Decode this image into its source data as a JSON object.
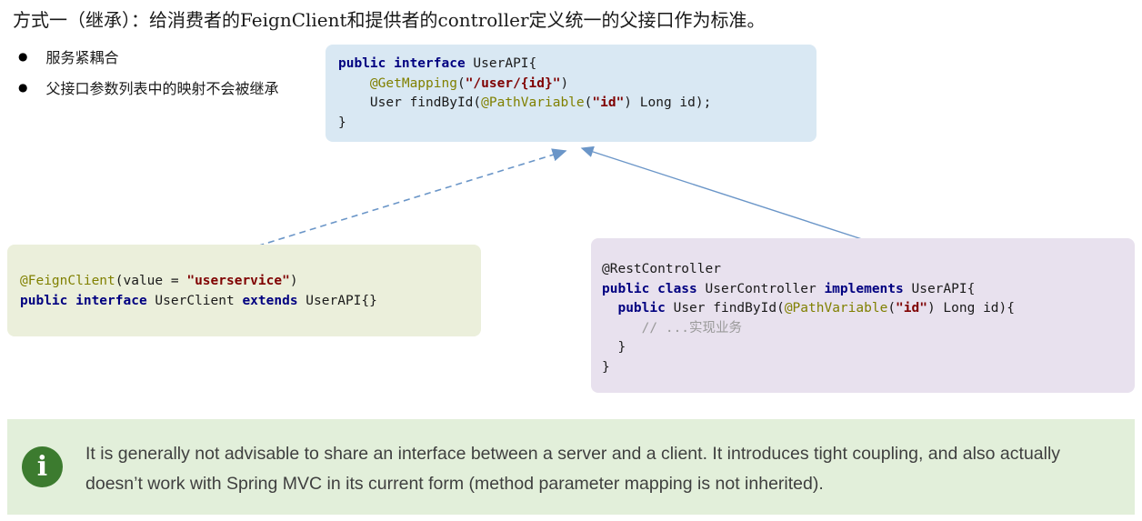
{
  "title": "方式一（继承）：给消费者的FeignClient和提供者的controller定义统一的父接口作为标准。",
  "bullets": [
    {
      "marker": "●",
      "text": "服务紧耦合"
    },
    {
      "marker": "●",
      "text": "父接口参数列表中的映射不会被继承"
    }
  ],
  "colors": {
    "api_box_bg": "#d9e8f3",
    "client_box_bg": "#ebefdb",
    "controller_box_bg": "#e8e1ee",
    "note_bg": "#e2efda",
    "icon_bg": "#3c7b2f",
    "keyword": "#000080",
    "annotation": "#808000",
    "string": "#7f0000",
    "comment": "#9a9a9a",
    "arrow": "#6b96c8"
  },
  "code": {
    "api": {
      "lines": [
        [
          [
            "k",
            "public interface"
          ],
          [
            "p",
            " UserAPI{"
          ]
        ],
        [
          [
            "p",
            "    "
          ],
          [
            "a",
            "@GetMapping"
          ],
          [
            "p",
            "("
          ],
          [
            "s",
            "\"/user/{id}\""
          ],
          [
            "p",
            ")"
          ]
        ],
        [
          [
            "p",
            "    User findById("
          ],
          [
            "a",
            "@PathVariable"
          ],
          [
            "p",
            "("
          ],
          [
            "s",
            "\"id\""
          ],
          [
            "p",
            ") Long id);"
          ]
        ],
        [
          [
            "p",
            "}"
          ]
        ]
      ]
    },
    "client": {
      "lines": [
        [
          [
            "a",
            "@FeignClient"
          ],
          [
            "p",
            "(value = "
          ],
          [
            "s",
            "\"userservice\""
          ],
          [
            "p",
            ")"
          ]
        ],
        [
          [
            "k",
            "public interface"
          ],
          [
            "p",
            " UserClient "
          ],
          [
            "k",
            "extends"
          ],
          [
            "p",
            " UserAPI{}"
          ]
        ]
      ]
    },
    "controller": {
      "lines": [
        [
          [
            "p",
            "@RestController"
          ]
        ],
        [
          [
            "k",
            "public class"
          ],
          [
            "p",
            " UserController "
          ],
          [
            "k",
            "implements"
          ],
          [
            "p",
            " UserAPI{"
          ]
        ],
        [
          [
            "p",
            "  "
          ],
          [
            "k",
            "public"
          ],
          [
            "p",
            " User findById("
          ],
          [
            "a",
            "@PathVariable"
          ],
          [
            "p",
            "("
          ],
          [
            "s",
            "\"id\""
          ],
          [
            "p",
            ") Long id){"
          ]
        ],
        [
          [
            "p",
            "     "
          ],
          [
            "c",
            "// ...实现业务"
          ]
        ],
        [
          [
            "p",
            "  }"
          ]
        ],
        [
          [
            "p",
            "}"
          ]
        ]
      ]
    }
  },
  "note": {
    "icon_glyph": "i",
    "text": "It is generally not advisable to share an interface between a server and a client. It introduces tight coupling, and also actually doesn’t work with Spring MVC in its current form (method parameter mapping is not inherited)."
  }
}
